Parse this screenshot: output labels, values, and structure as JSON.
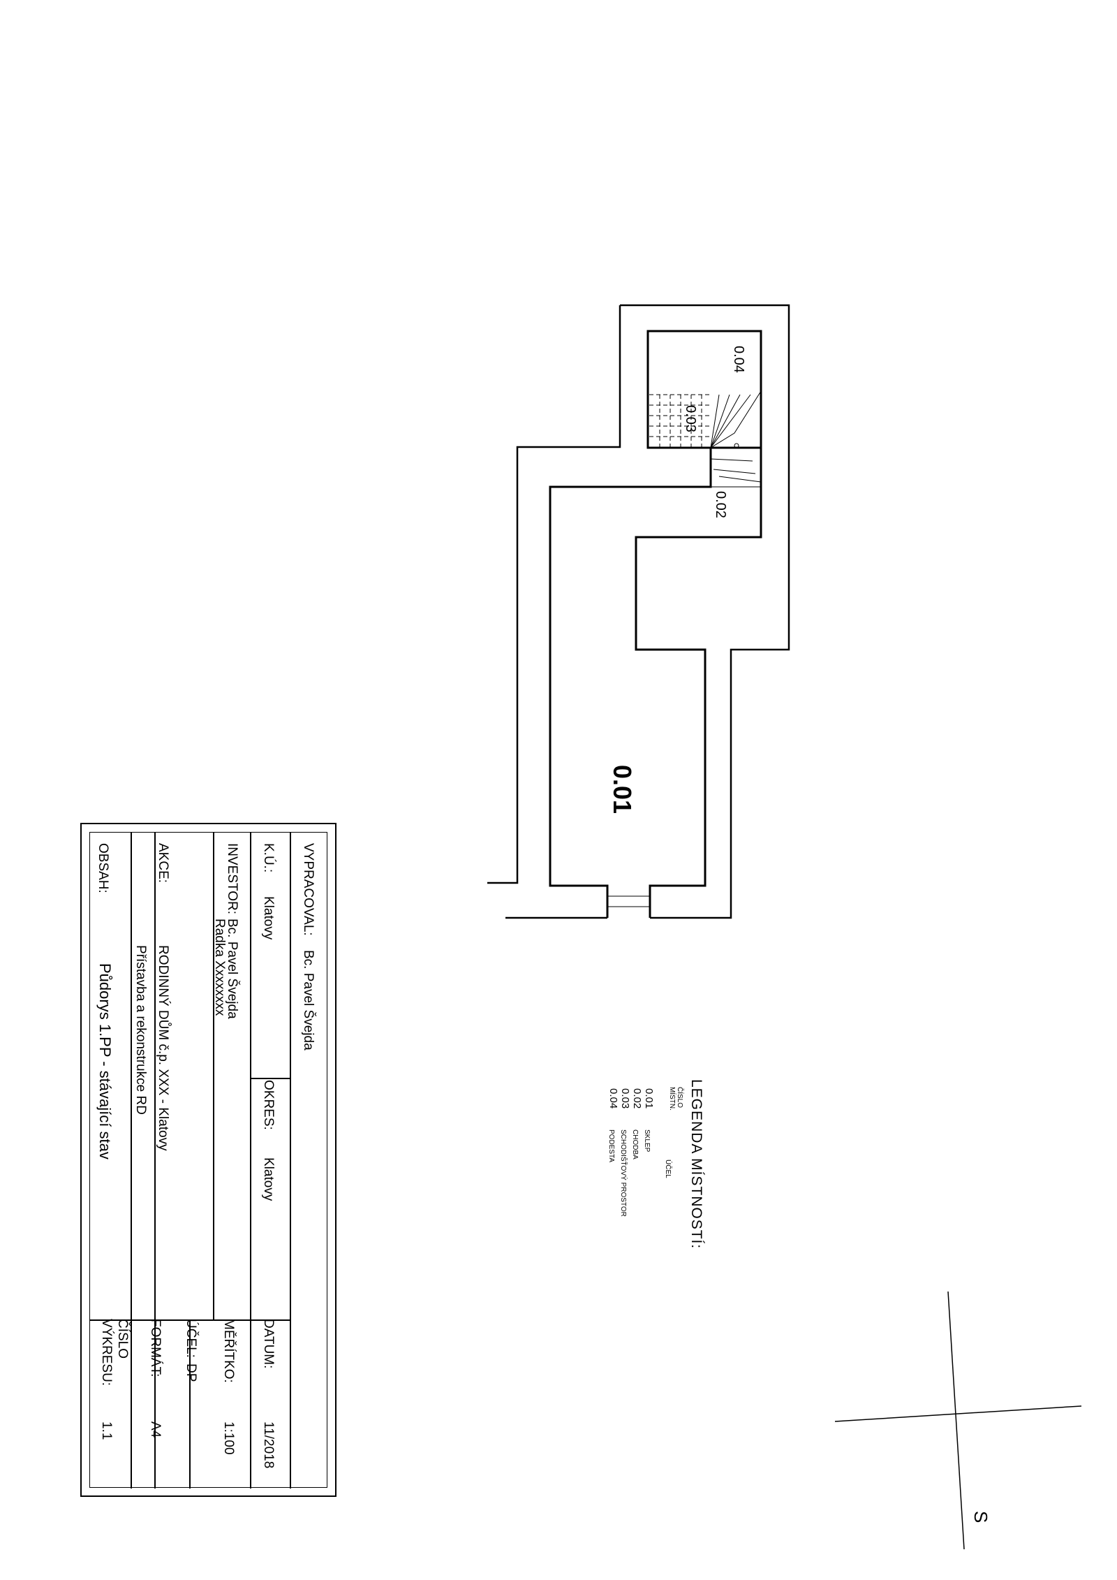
{
  "rooms": {
    "r001": "0.01",
    "r002": "0.02",
    "r003": "0.03",
    "r004": "0.04"
  },
  "legend": {
    "title": "LEGENDA MÍSTNOSTÍ:",
    "col_number_line1": "ČÍSLO",
    "col_number_line2": "MÍSTN.",
    "col_purpose": "ÚČEL",
    "rows": [
      {
        "number": "0.01",
        "purpose": "SKLEP"
      },
      {
        "number": "0.02",
        "purpose": "CHODBA"
      },
      {
        "number": "0.03",
        "purpose": "SCHODIŠŤOVÝ PROSTOR"
      },
      {
        "number": "0.04",
        "purpose": "PODESTA"
      }
    ]
  },
  "title_block": {
    "vypracoval_label": "VYPRACOVAL:",
    "vypracoval_value": "Bc. Pavel Švejda",
    "datum_label": "DATUM:",
    "datum_value": "11/2018",
    "ku_label": "K.Ú.:",
    "ku_value": "Klatovy",
    "okres_label": "OKRES:",
    "okres_value": "Klatovy",
    "meritko_label": "MĚŘÍTKO:",
    "meritko_value": "1:100",
    "investor_label": "INVESTOR:",
    "investor_value_1": "Bc. Pavel Švejda",
    "investor_value_2": "Radka Xxxxxxxx",
    "ucel_label": "ÚČEL:",
    "ucel_value": "DP",
    "akce_label": "AKCE:",
    "akce_value_1": "RODINNÝ DŮM č.p. XXX - Klatovy",
    "akce_value_2": "Přístavba a rekonstrukce RD",
    "format_label": "FORMÁT:",
    "format_value": "A4",
    "obsah_label": "OBSAH:",
    "obsah_value": "Půdorys 1.PP - stávající stav",
    "cislo_label_1": "ČÍSLO",
    "cislo_label_2": "VÝKRESU:",
    "cislo_value": "1.1"
  },
  "north_symbol": {
    "letter": "S"
  }
}
